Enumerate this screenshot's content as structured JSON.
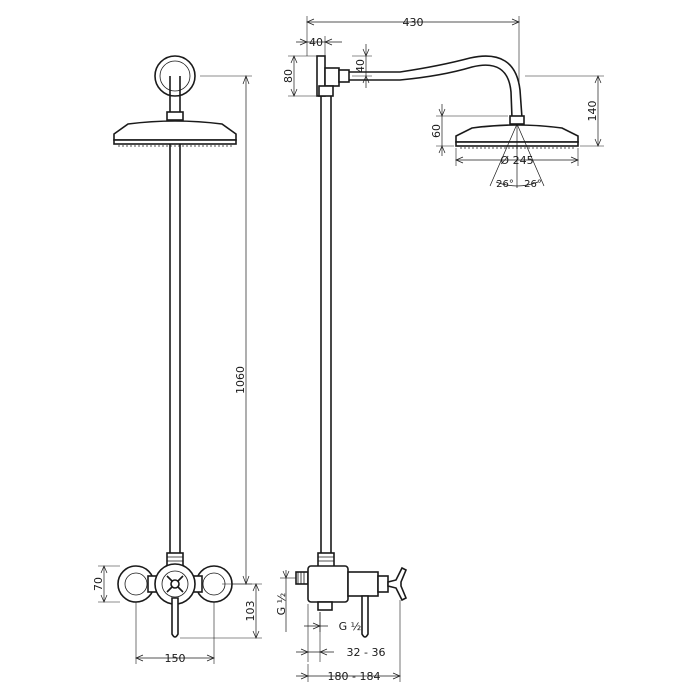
{
  "dimensions": {
    "arm_length": "430",
    "wall_flange_depth": "40",
    "wall_flange_height": "80",
    "arm_offset": "40",
    "head_drop": "140",
    "head_height": "60",
    "head_diameter": "Ø 245",
    "spray_angle_left": "26°",
    "spray_angle_right": "26°",
    "riser_height": "1060",
    "valve_height": "70",
    "valve_drop": "103",
    "inlet_spacing": "150",
    "inlet_thread_left": "G ½",
    "inlet_thread_right": "G ½",
    "valve_depth": "32 - 36",
    "total_depth": "180 - 184"
  }
}
